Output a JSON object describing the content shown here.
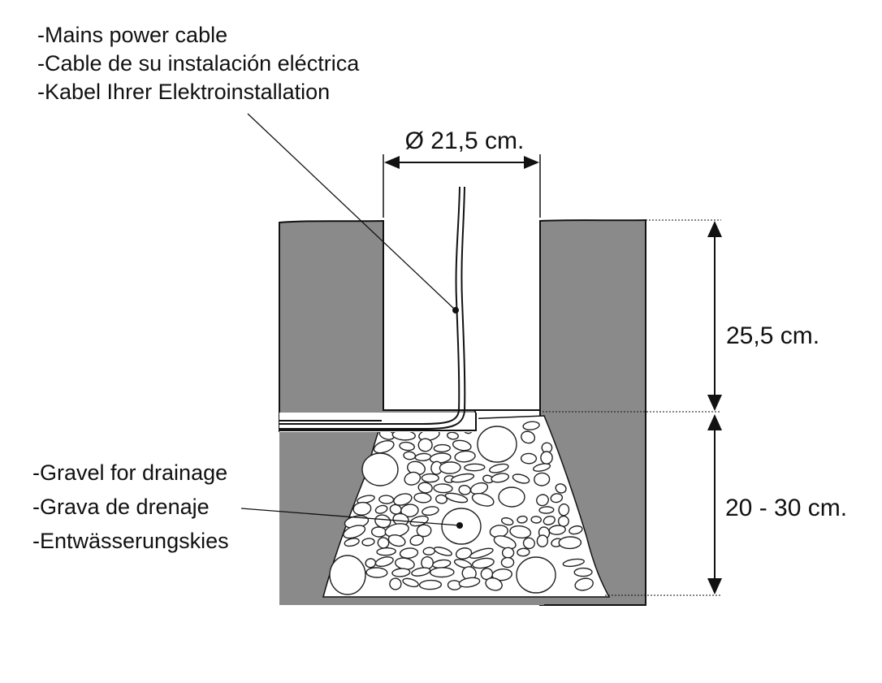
{
  "cable_labels": {
    "en": "-Mains power cable",
    "es": "-Cable de su instalación eléctrica",
    "de": "-Kabel Ihrer Elektroinstallation"
  },
  "gravel_labels": {
    "en": "-Gravel for drainage",
    "es": "-Grava de drenaje",
    "de": "-Entwässerungskies"
  },
  "dimensions": {
    "diameter": "Ø 21,5 cm.",
    "hole_depth": "25,5 cm.",
    "gravel_depth": "20 - 30 cm."
  },
  "colors": {
    "soil": "#8a8a8a",
    "hole": "#ffffff",
    "line": "#111111"
  }
}
